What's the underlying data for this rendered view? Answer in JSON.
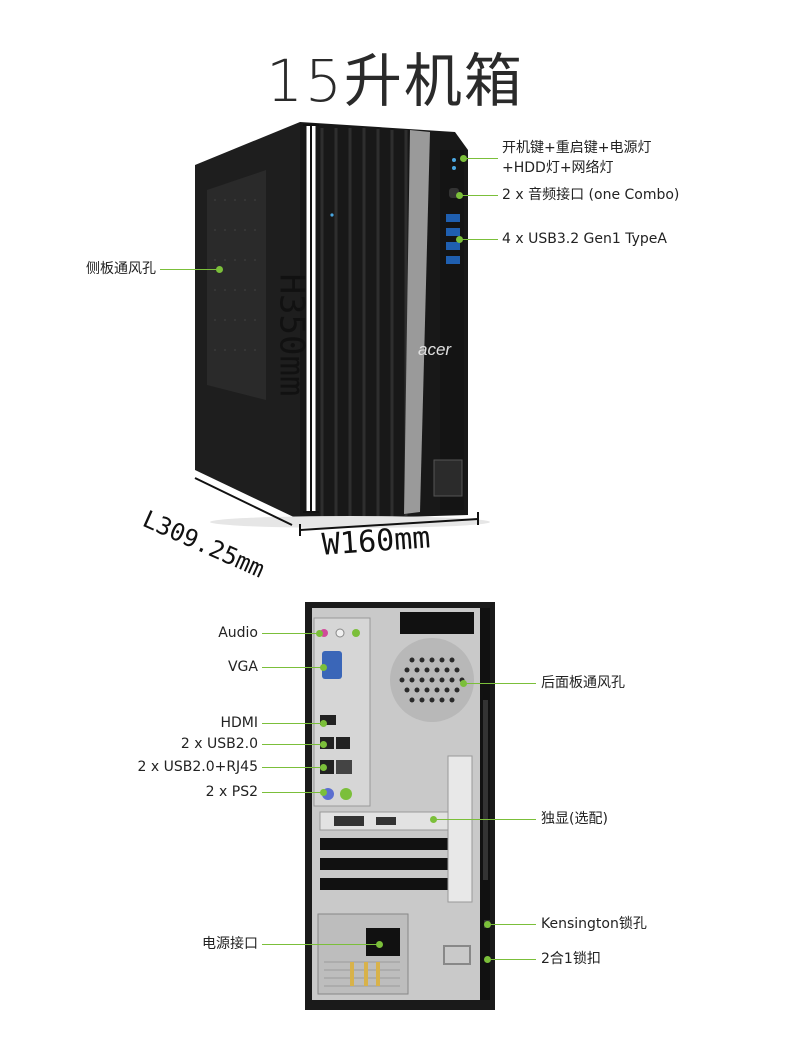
{
  "title": "15升机箱",
  "front_view": {
    "brand_logo": "acer",
    "dimensions": {
      "height": "H350mm",
      "width": "W160mm",
      "length": "L309.25mm"
    },
    "callouts": {
      "power_buttons_line1": "开机键+重启键+电源灯",
      "power_buttons_line2": "+HDD灯+网络灯",
      "audio_jack": "2 x 音频接口 (one Combo)",
      "usb_front": "4 x USB3.2 Gen1 TypeA",
      "side_vent": "侧板通风孔"
    }
  },
  "rear_view": {
    "callouts": {
      "audio": "Audio",
      "vga": "VGA",
      "hdmi": "HDMI",
      "usb2": "2 x USB2.0",
      "usb2_rj45": "2 x USB2.0+RJ45",
      "ps2": "2 x PS2",
      "power_socket": "电源接口",
      "rear_vent": "后面板通风孔",
      "discrete_gpu": "独显(选配)",
      "kensington": "Kensington锁孔",
      "lock_buckle": "2合1锁扣"
    }
  },
  "colors": {
    "leader_green": "#7bbf3a",
    "case_black": "#1c1c1c",
    "panel_silver": "#c9c9c9"
  }
}
